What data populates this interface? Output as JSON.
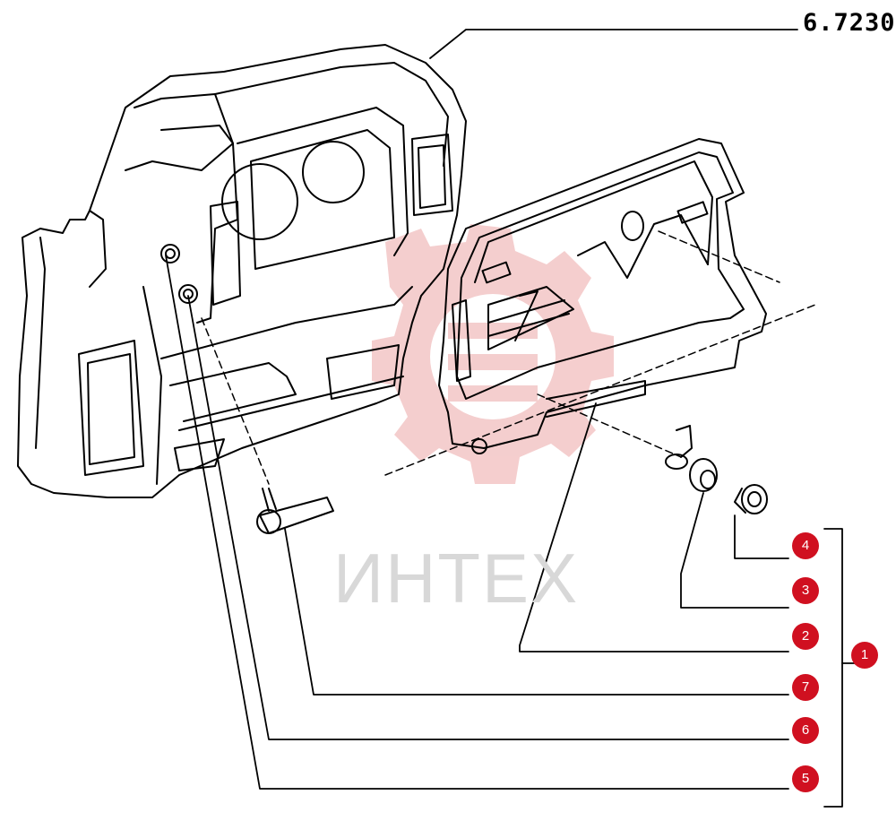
{
  "drawing_code": "6.7230",
  "watermark": "ИНТЕХ",
  "colors": {
    "callout": "#d01020",
    "watermark": "#f3c6c6",
    "lines": "#000000"
  },
  "callouts": [
    {
      "id": "4",
      "label": "4"
    },
    {
      "id": "3",
      "label": "3"
    },
    {
      "id": "2",
      "label": "2"
    },
    {
      "id": "7",
      "label": "7"
    },
    {
      "id": "6",
      "label": "6"
    },
    {
      "id": "5",
      "label": "5"
    },
    {
      "id": "1",
      "label": "1"
    }
  ]
}
